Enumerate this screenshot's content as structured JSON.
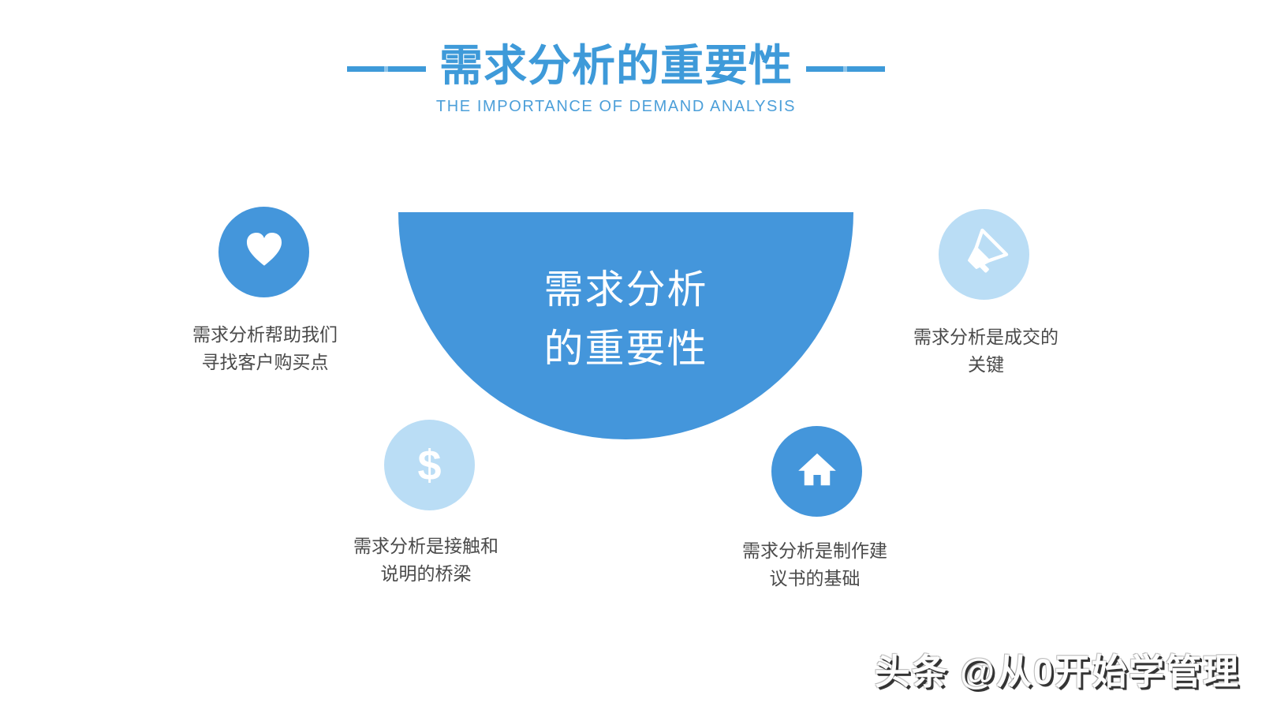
{
  "header": {
    "title": "需求分析的重要性",
    "subtitle": "THE IMPORTANCE OF DEMAND ANALYSIS"
  },
  "center": {
    "line1": "需求分析",
    "line2": "的重要性"
  },
  "items": [
    {
      "icon": "heart-icon",
      "circle_style": "dark",
      "caption_line1": "需求分析帮助我们",
      "caption_line2": "寻找客户购买点"
    },
    {
      "icon": "megaphone-icon",
      "circle_style": "light",
      "caption_line1": "需求分析是成交的",
      "caption_line2": "关键"
    },
    {
      "icon": "dollar-icon",
      "circle_style": "light",
      "dollar_glyph": "$",
      "caption_line1": "需求分析是接触和",
      "caption_line2": "说明的桥梁"
    },
    {
      "icon": "home-icon",
      "circle_style": "dark",
      "caption_line1": "需求分析是制作建",
      "caption_line2": "议书的基础"
    }
  ],
  "watermark": "头条 @从0开始学管理",
  "colors": {
    "title_blue": "#3E9AD9",
    "subtitle_blue": "#4C9FD9",
    "shape_blue": "#4496DB",
    "light_blue": "#BADDF5",
    "caption_gray": "#4A4A4A",
    "center_text": "#FFFFFF"
  }
}
